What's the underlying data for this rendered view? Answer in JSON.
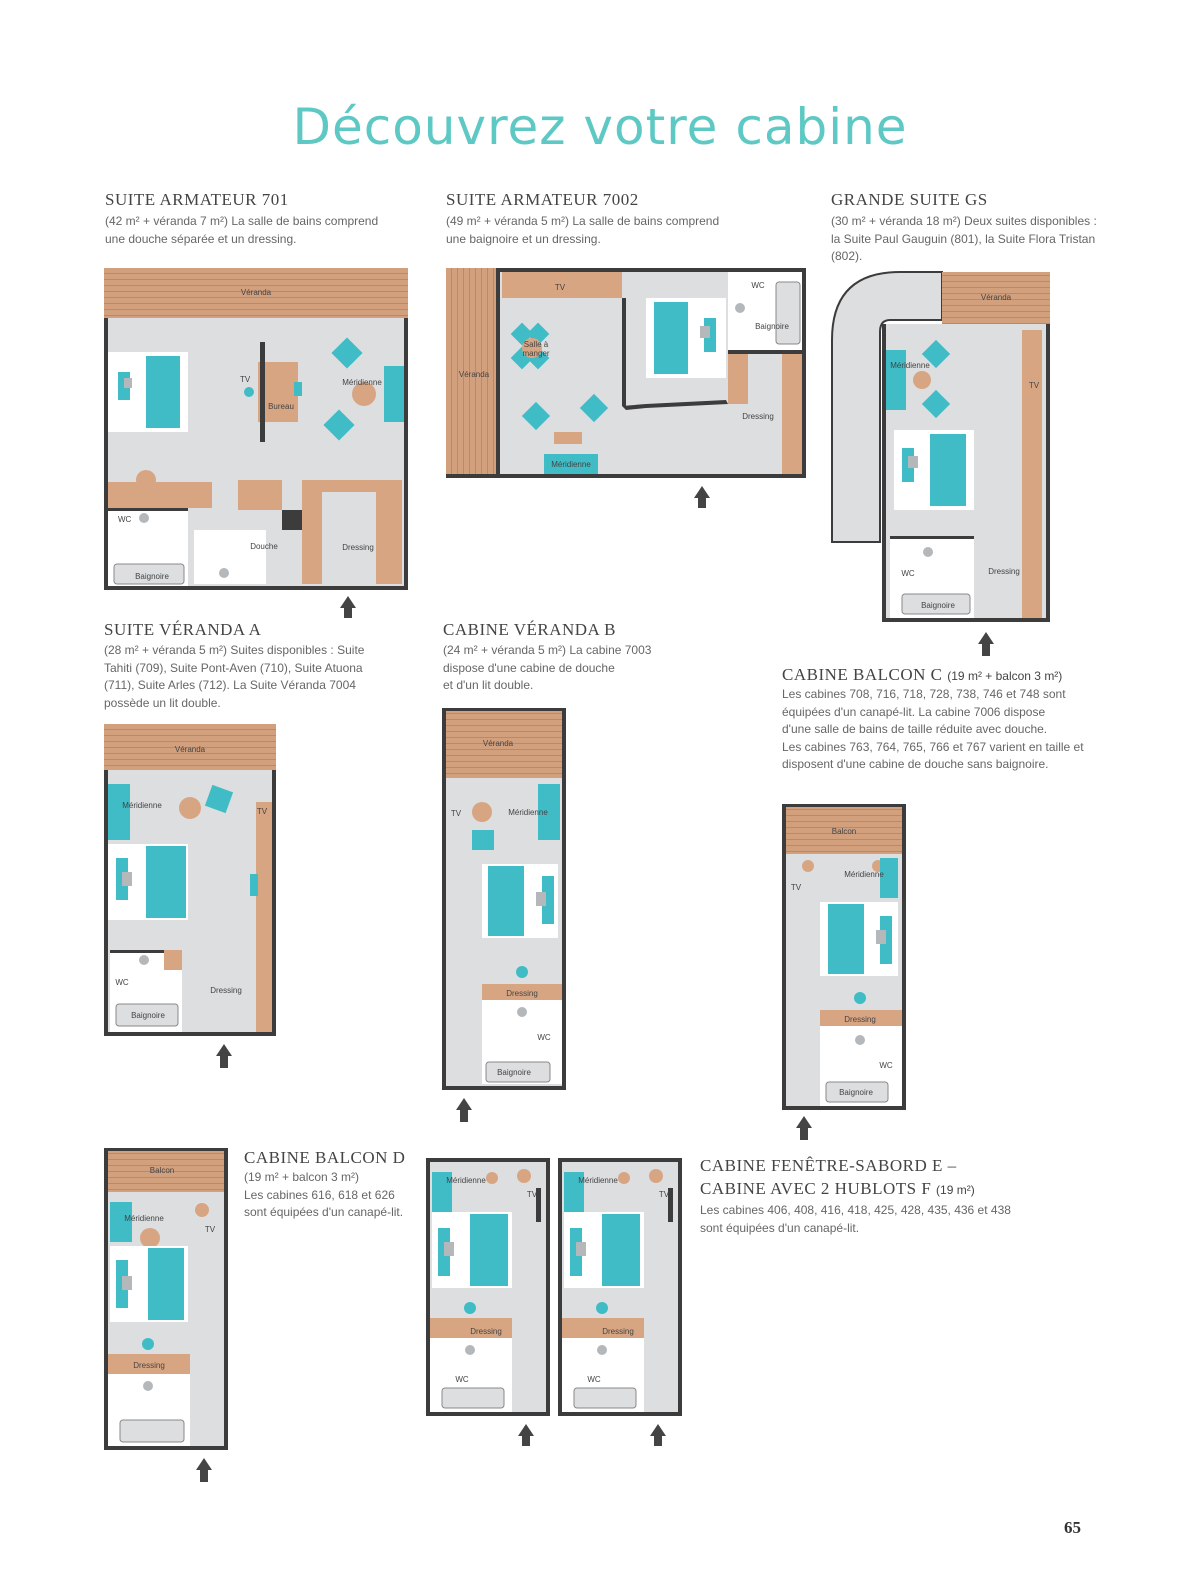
{
  "page": {
    "title": "Découvrez votre cabine",
    "page_number": "65"
  },
  "colors": {
    "accent": "#5ec9c4",
    "floor": "#dcdee0",
    "wood": "#d8a583",
    "wall": "#3c3c3c",
    "turquoise": "#3fbcc6"
  },
  "sections": {
    "s701": {
      "title": "SUITE ARMATEUR 701",
      "desc1": "(42 m² + véranda 7 m²) La salle de bains comprend",
      "desc2": "une douche séparée et un dressing."
    },
    "s7002": {
      "title": "SUITE ARMATEUR 7002",
      "desc1": "(49 m² + véranda 5 m²) La salle de bains comprend",
      "desc2": "une baignoire et un dressing."
    },
    "gs": {
      "title": "GRANDE SUITE GS",
      "desc1": "(30 m² + véranda 18 m²) Deux suites disponibles :",
      "desc2": "la Suite Paul Gauguin (801), la Suite Flora Tristan",
      "desc3": "(802)."
    },
    "va": {
      "title": "SUITE VÉRANDA A",
      "desc1": "(28 m² + véranda 5 m²) Suites disponibles : Suite",
      "desc2": "Tahiti (709), Suite Pont-Aven (710), Suite Atuona",
      "desc3": "(711), Suite Arles (712). La Suite Véranda 7004",
      "desc4": "possède un lit double."
    },
    "vb": {
      "title": "CABINE VÉRANDA B",
      "desc1": "(24 m² + véranda 5 m²) La cabine 7003",
      "desc2": "dispose d'une cabine de douche",
      "desc3": "et d'un lit double."
    },
    "bc": {
      "title": "CABINE BALCON C",
      "subtitle": "(19 m² + balcon 3 m²)",
      "desc1": "Les cabines 708, 716, 718, 728, 738, 746 et 748 sont",
      "desc2": "équipées d'un canapé-lit. La cabine 7006 dispose",
      "desc3": "d'une salle de bains de taille réduite avec douche.",
      "desc4": "Les cabines 763, 764, 765, 766 et 767 varient en taille et",
      "desc5": "disposent d'une cabine de douche sans baignoire."
    },
    "bd": {
      "title": "CABINE BALCON D",
      "desc1": "(19 m² + balcon 3 m²)",
      "desc2": "Les cabines 616, 618 et 626",
      "desc3": "sont équipées d'un canapé-lit."
    },
    "ef": {
      "title1": "CABINE FENÊTRE-SABORD E –",
      "title2": "CABINE AVEC 2 HUBLOTS F",
      "subtitle": "(19 m²)",
      "desc1": "Les cabines 406, 408, 416, 418, 425, 428, 435, 436 et 438",
      "desc2": "sont équipées d'un canapé-lit."
    }
  },
  "labels": {
    "veranda": "Véranda",
    "balcon": "Balcon",
    "tv": "TV",
    "meridienne": "Méridienne",
    "bureau": "Bureau",
    "wc": "WC",
    "douche": "Douche",
    "dressing": "Dressing",
    "baignoire": "Baignoire",
    "salle_a_manger_1": "Salle à",
    "salle_a_manger_2": "manger"
  }
}
